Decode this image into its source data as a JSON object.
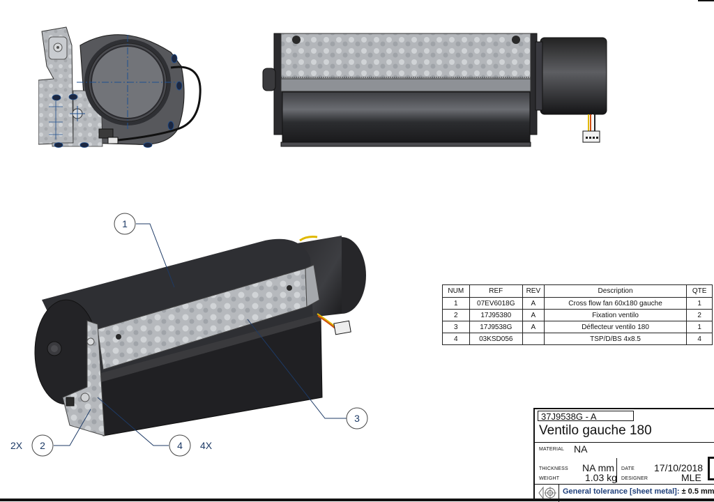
{
  "drawing": {
    "views": {
      "side_view": "Side view (left end) - fan housing with bracket",
      "front_view": "Front view - cross flow fan with deflector and motor",
      "iso_view": "Isometric view with balloon callouts"
    },
    "callouts": [
      {
        "num": "1",
        "qty": ""
      },
      {
        "num": "2",
        "qty": "2X"
      },
      {
        "num": "3",
        "qty": ""
      },
      {
        "num": "4",
        "qty": "4X"
      }
    ],
    "colors": {
      "callout_blue": "#1d3a66",
      "fan_body": "#2b2b2d",
      "galvanized": "#b9bcc0",
      "centerline": "#1f4f8f"
    }
  },
  "bom": {
    "headers": [
      "NUM",
      "REF",
      "REV",
      "Description",
      "QTE"
    ],
    "rows": [
      [
        "1",
        "07EV6018G",
        "A",
        "Cross flow fan 60x180 gauche",
        "1"
      ],
      [
        "2",
        "17J95380",
        "A",
        "Fixation ventilo",
        "2"
      ],
      [
        "3",
        "17J9538G",
        "A",
        "Déflecteur ventilo 180",
        "1"
      ],
      [
        "4",
        "03KSD056",
        "",
        "TSP/D/BS 4x8.5",
        "4"
      ]
    ]
  },
  "title_block": {
    "code": "37J9538G - A",
    "title": "Ventilo gauche 180",
    "material_label": "MATERIAL",
    "material": "NA",
    "thickness_label": "THICKNESS",
    "thickness": "NA mm",
    "weight_label": "WEIGHT",
    "weight": "1.03 kg",
    "date_label": "DATE",
    "date": "17/10/2018",
    "designer_label": "DESIGNER",
    "designer": "MLE",
    "tolerance_label": "General tolerance [sheet metal]:",
    "tolerance_value": "± 0.5 mm"
  }
}
